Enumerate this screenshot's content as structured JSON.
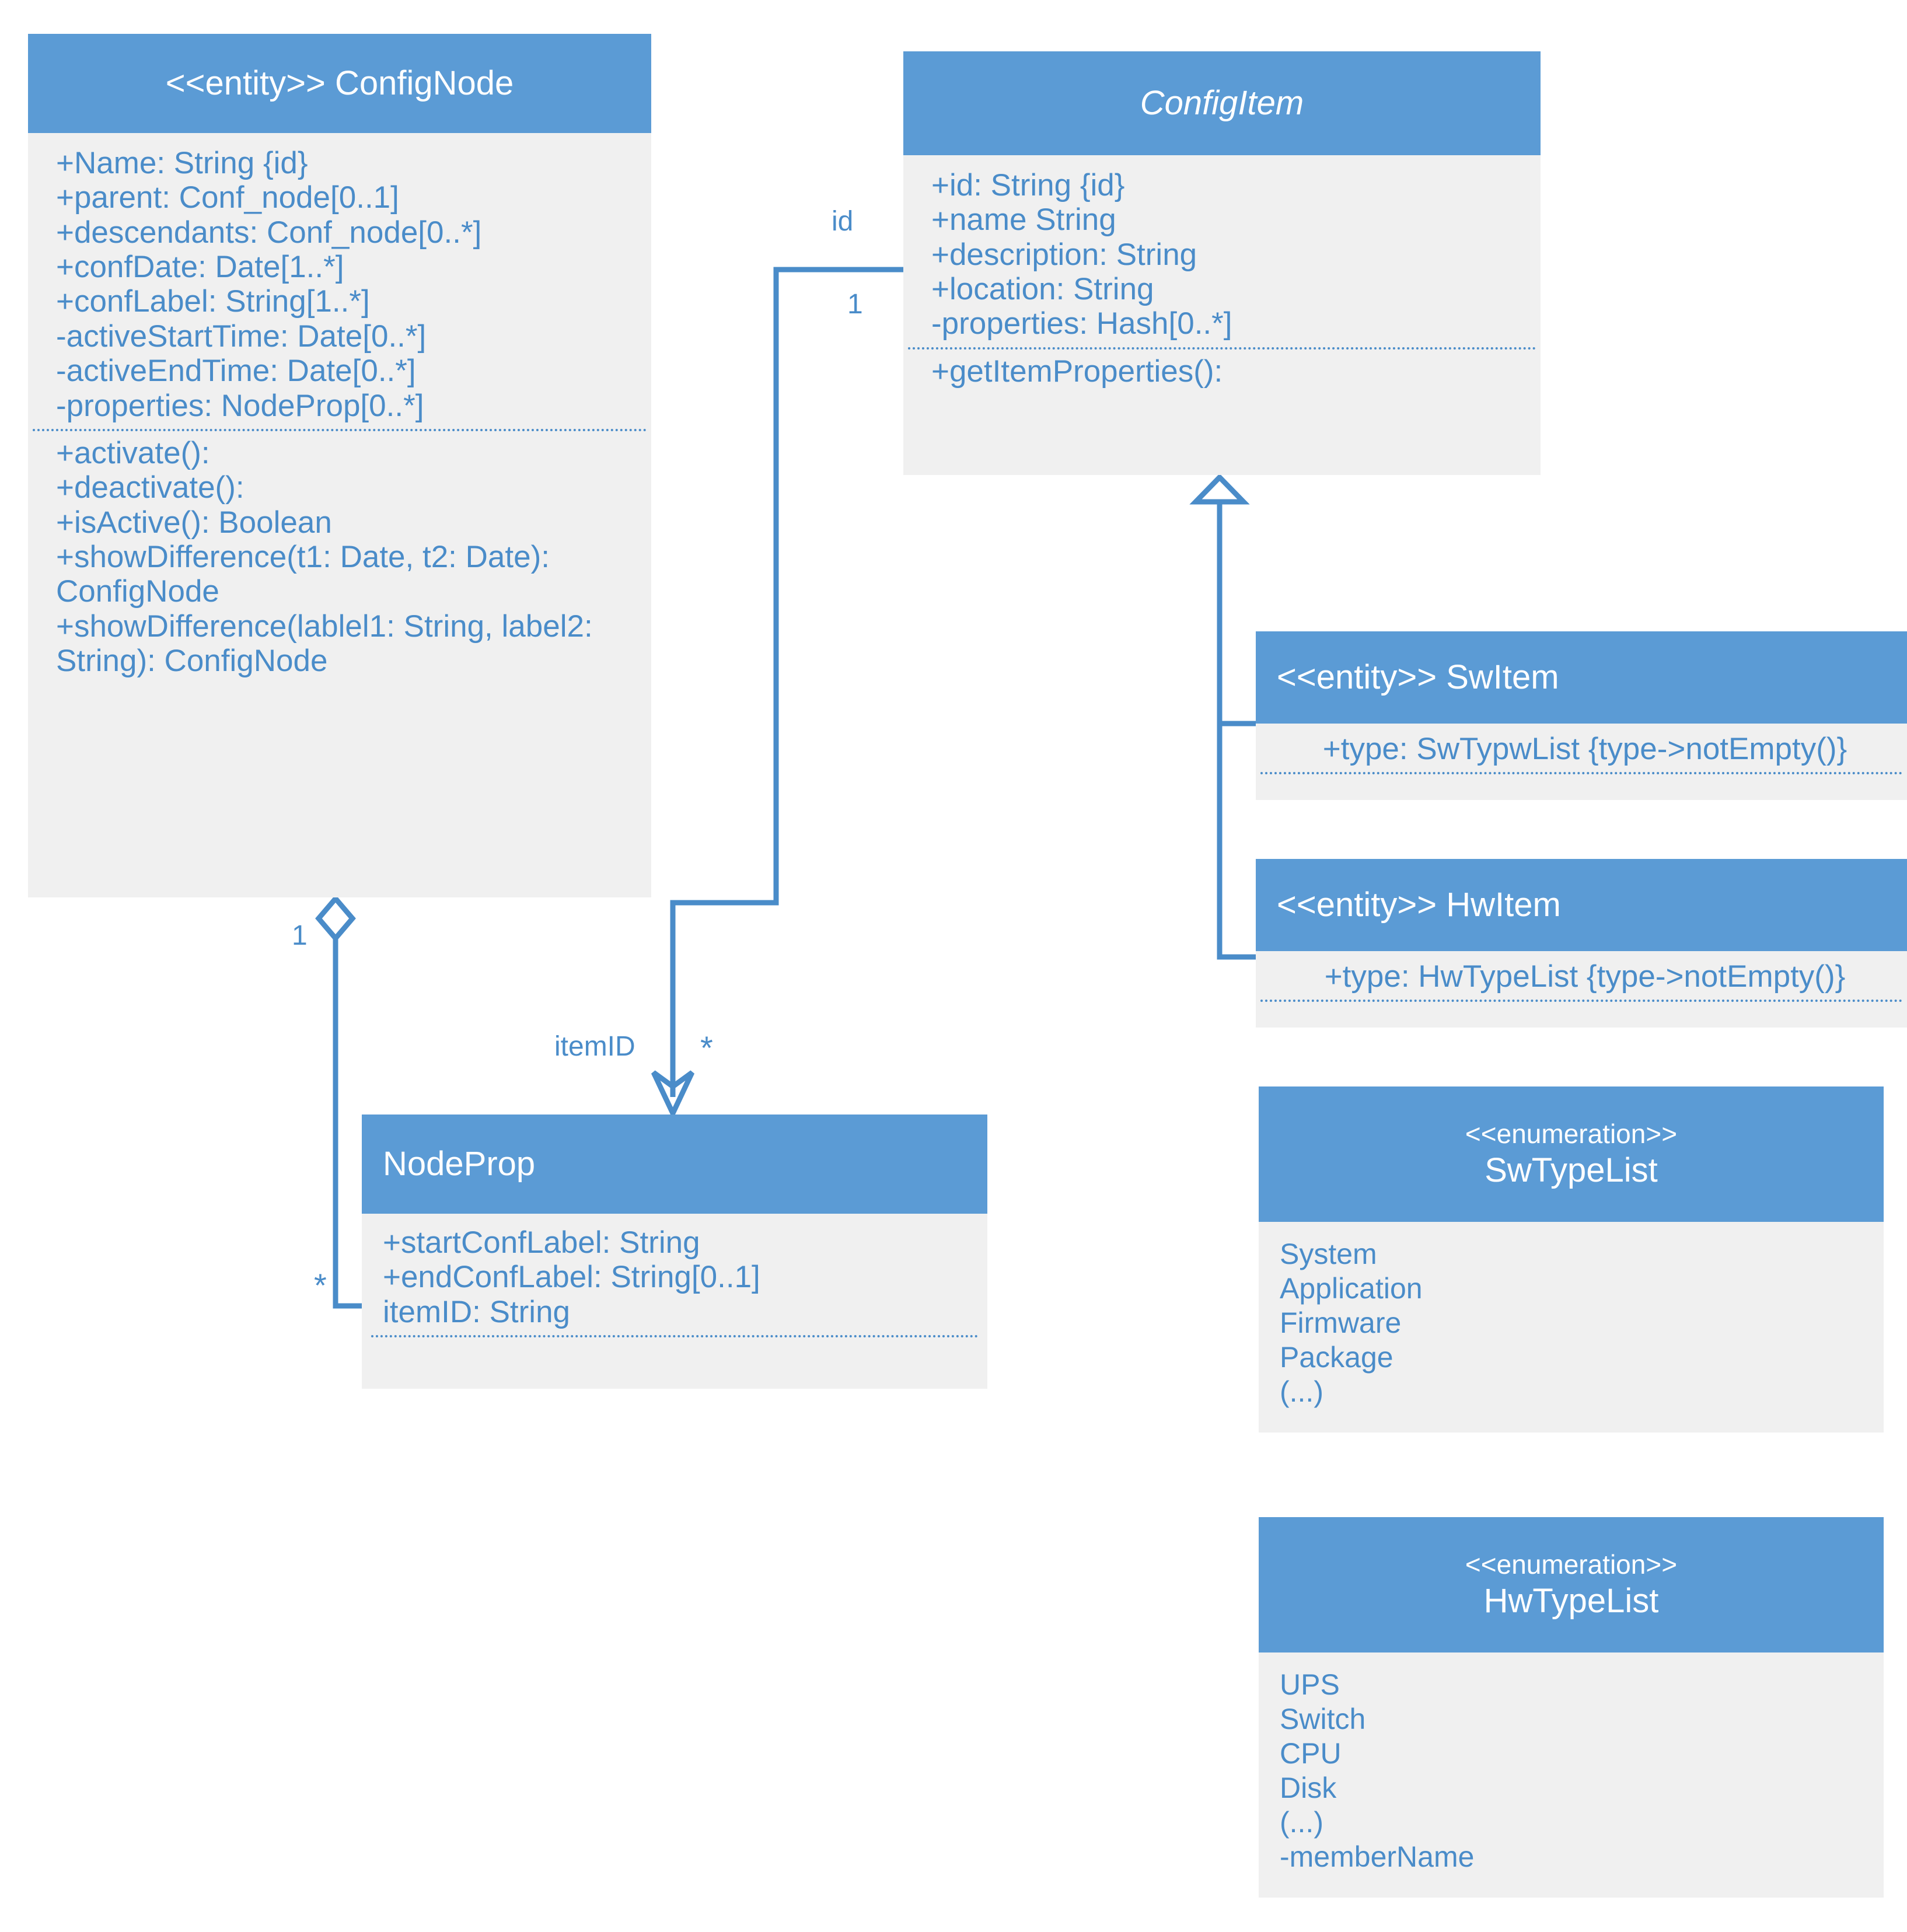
{
  "diagram": {
    "kind": "uml-class-diagram",
    "colors": {
      "header_fill": "#5B9BD5",
      "body_fill": "#F0F0F0",
      "text_blue": "#4A8CC9",
      "header_text": "#FFFFFF",
      "connector": "#4A8CC9",
      "background": "#FFFFFF"
    }
  },
  "classes": {
    "confignode": {
      "stereotype": "<<entity>>",
      "name": "ConfigNode",
      "title": "<<entity>> ConfigNode",
      "attributes": [
        "+Name: String {id}",
        "+parent: Conf_node[0..1]",
        "+descendants: Conf_node[0..*]",
        "+confDate: Date[1..*]",
        "+confLabel: String[1..*]",
        "-activeStartTime: Date[0..*]",
        "-activeEndTime: Date[0..*]",
        "-properties: NodeProp[0..*]"
      ],
      "operations": [
        "+activate():",
        "+deactivate():",
        "+isActive(): Boolean",
        "+showDifference(t1: Date, t2: Date): ConfigNode",
        "+showDifference(lablel1: String, label2: String): ConfigNode"
      ]
    },
    "configitem": {
      "stereotype": "",
      "name": "ConfigItem",
      "title": "ConfigItem",
      "abstract": true,
      "attributes": [
        "+id: String {id}",
        "+name String",
        "+description: String",
        "+location: String",
        "-properties: Hash[0..*]"
      ],
      "operations": [
        "+getItemProperties():"
      ]
    },
    "switem": {
      "stereotype": "<<entity>>",
      "name": "SwItem",
      "title": "<<entity>> SwItem",
      "attributes": [
        "+type: SwTypwList {type->notEmpty()}"
      ],
      "operations": []
    },
    "hwitem": {
      "stereotype": "<<entity>>",
      "name": "HwItem",
      "title": "<<entity>> HwItem",
      "attributes": [
        "+type: HwTypeList {type->notEmpty()}"
      ],
      "operations": []
    },
    "nodeprop": {
      "stereotype": "",
      "name": "NodeProp",
      "title": "NodeProp",
      "attributes": [
        "+startConfLabel: String",
        "+endConfLabel: String[0..1]",
        "itemID: String"
      ],
      "operations": []
    }
  },
  "enumerations": {
    "swtypelist": {
      "stereotype": "<<enumeration>>",
      "name": "SwTypeList",
      "literals": [
        "System",
        "Application",
        "Firmware",
        "Package",
        "(...)"
      ]
    },
    "hwtypelist": {
      "stereotype": "<<enumeration>>",
      "name": "HwTypeList",
      "literals": [
        "UPS",
        "Switch",
        "CPU",
        "Disk",
        "(...)",
        "-memberName"
      ]
    }
  },
  "connectors": [
    {
      "id": "configitem-to-nodeprop",
      "type": "directed-association",
      "source": "ConfigItem",
      "target": "NodeProp",
      "source_role": "id",
      "source_multiplicity": "1",
      "target_role": "itemID",
      "target_multiplicity": "*"
    },
    {
      "id": "confignode-to-nodeprop",
      "type": "aggregation",
      "source": "ConfigNode",
      "target": "NodeProp",
      "source_multiplicity": "1",
      "target_multiplicity": "*"
    },
    {
      "id": "switem-generalizes-configitem",
      "type": "generalization",
      "source": "SwItem",
      "target": "ConfigItem"
    },
    {
      "id": "hwitem-generalizes-configitem",
      "type": "generalization",
      "source": "HwItem",
      "target": "ConfigItem"
    }
  ],
  "labels": {
    "id": "id",
    "one_source": "1",
    "itemID": "itemID",
    "star_target": "*",
    "agg_one": "1",
    "agg_star": "*"
  }
}
